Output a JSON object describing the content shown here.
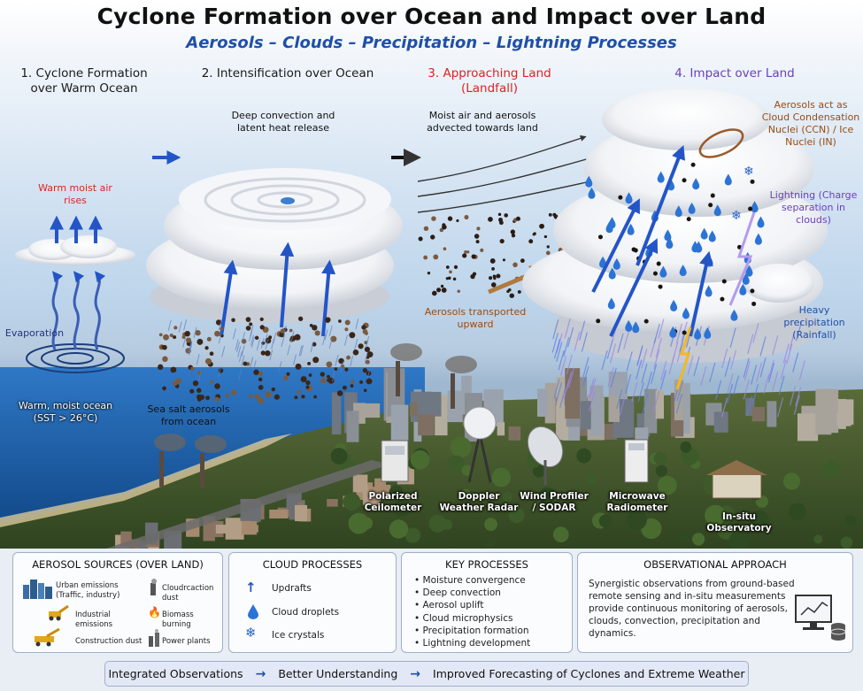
{
  "header": {
    "title": "Cyclone Formation over Ocean and Impact over Land",
    "subtitle": "Aerosols – Clouds – Precipitation – Lightning Processes"
  },
  "stages": [
    {
      "label": "1. Cyclone Formation over Warm Ocean",
      "color": "#111111"
    },
    {
      "label": "2. Intensification over Ocean",
      "color": "#111111"
    },
    {
      "label": "3. Approaching Land (Landfall)",
      "color": "#e02222"
    },
    {
      "label": "4. Impact over Land",
      "color": "#6a3fc0"
    }
  ],
  "annotations": {
    "warm_moist_air": "Warm moist air rises",
    "evaporation": "Evaporation",
    "warm_ocean": "Warm, moist ocean (SST > 26°C)",
    "deep_convection": "Deep convection and latent heat release",
    "sea_salt": "Sea salt aerosols from ocean",
    "moist_air": "Moist air and aerosols advected towards land",
    "aerosols_transported": "Aerosols transported upward",
    "ccn": "Aerosols act as Cloud Condensation Nuclei (CCN) / Ice Nuclei (IN)",
    "lightning": "Lightning (Charge separation in clouds)",
    "heavy_precip": "Heavy precipitation (Rainfall)"
  },
  "instruments": [
    {
      "label": "Polarized Ceilometer"
    },
    {
      "label": "Doppler Weather Radar"
    },
    {
      "label": "Wind Profiler / SODAR"
    },
    {
      "label": "Microwave Radiometer"
    },
    {
      "label": "In-situ Observatory"
    }
  ],
  "panels": {
    "aerosol_sources": {
      "title": "AEROSOL SOURCES (OVER LAND)",
      "items": [
        {
          "label": "Urban emissions (Traffic, industry)",
          "icon": "city-icon"
        },
        {
          "label": "Cloudrcaction dust",
          "icon": "chimney-icon"
        },
        {
          "label": "Industrial emissions",
          "icon": "excavator-icon"
        },
        {
          "label": "Biomass burning",
          "icon": "fire-icon"
        },
        {
          "label": "Construction dust",
          "icon": "crane-truck-icon"
        },
        {
          "label": "Power plants",
          "icon": "power-plant-icon"
        }
      ]
    },
    "cloud_processes": {
      "title": "CLOUD PROCESSES",
      "items": [
        {
          "label": "Updrafts",
          "icon": "arrow-up-icon"
        },
        {
          "label": "Cloud droplets",
          "icon": "droplet-icon"
        },
        {
          "label": "Ice crystals",
          "icon": "snowflake-icon"
        }
      ]
    },
    "key_processes": {
      "title": "KEY PROCESSES",
      "items": [
        "Moisture convergence",
        "Deep convection",
        "Aerosol uplift",
        "Cloud microphysics",
        "Precipitation formation",
        "Lightning development"
      ]
    },
    "observational": {
      "title": "OBSERVATIONAL APPROACH",
      "text": "Synergistic observations from ground-based remote sensing and in-situ measurements provide continuous monitoring of aerosols, clouds, convection, precipitation and dynamics."
    }
  },
  "footer": {
    "items": [
      "Integrated Observations",
      "Better Understanding",
      "Improved Forecasting of Cyclones and Extreme Weather"
    ],
    "arrow": "→"
  },
  "colors": {
    "accent_blue": "#1f4fa8",
    "red": "#e02222",
    "purple": "#6a3fc0",
    "brown": "#9a4c12"
  }
}
